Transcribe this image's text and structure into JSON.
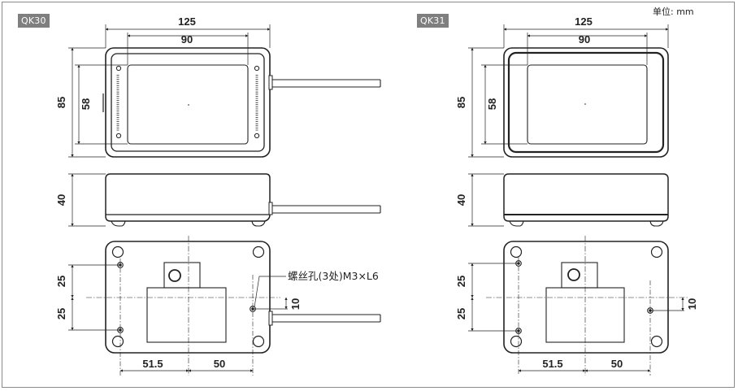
{
  "unit_label": "单位: mm",
  "note_label": "螺丝孔(3处)M3×L6",
  "models": [
    {
      "name": "QK30",
      "top": {
        "width": "125",
        "inner_width": "90",
        "height": "85",
        "inner_height": "58"
      },
      "side": {
        "height": "40"
      },
      "bottom": {
        "v1": "25",
        "v2": "25",
        "h1": "51.5",
        "h2": "50",
        "offset": "10"
      }
    },
    {
      "name": "QK31",
      "top": {
        "width": "125",
        "inner_width": "90",
        "height": "85",
        "inner_height": "58"
      },
      "side": {
        "height": "40"
      },
      "bottom": {
        "v1": "25",
        "v2": "25",
        "h1": "51.5",
        "h2": "50",
        "offset": "10"
      }
    }
  ]
}
